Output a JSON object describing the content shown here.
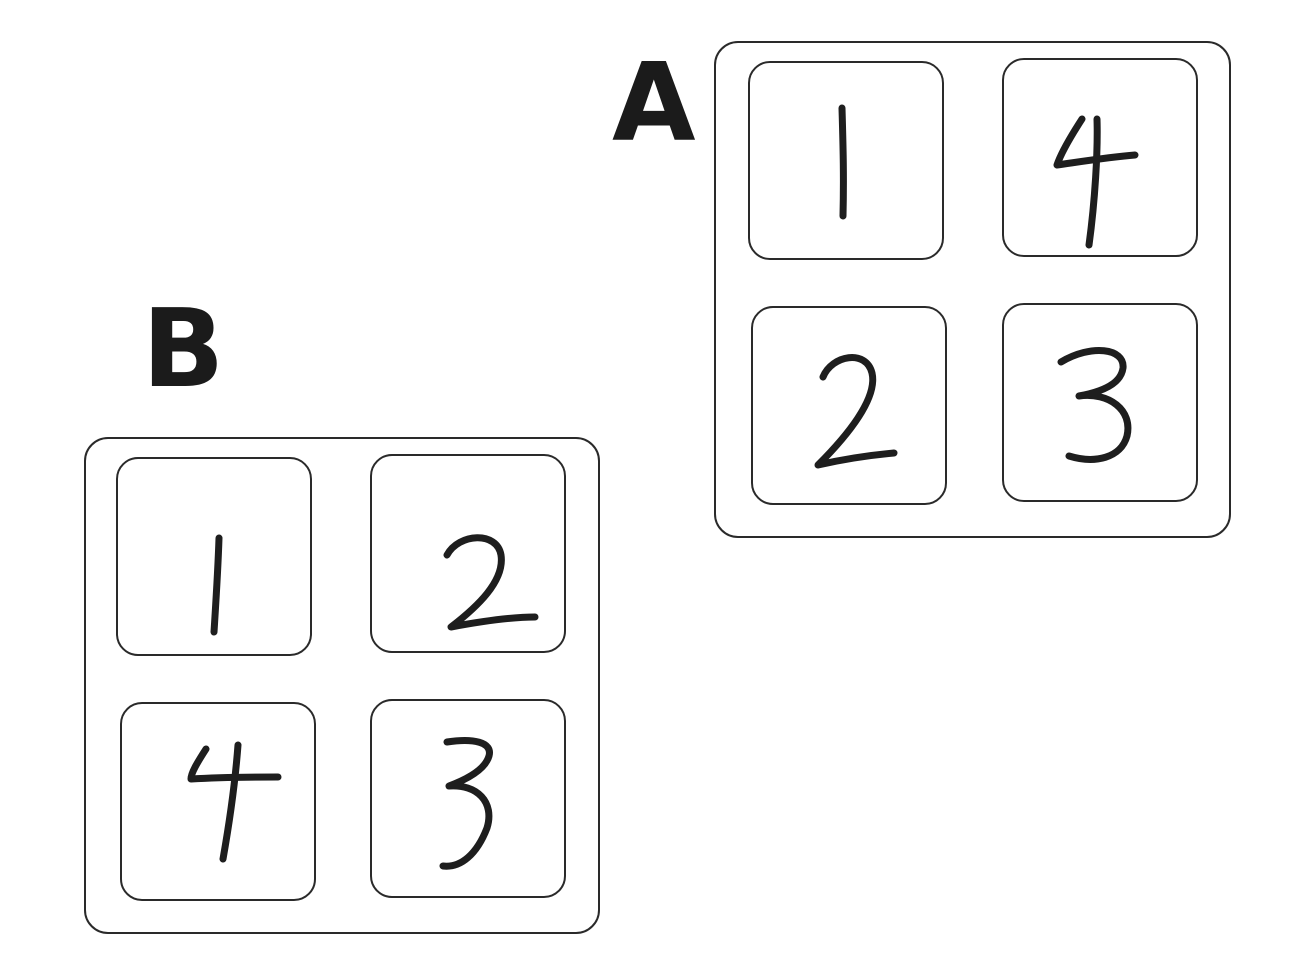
{
  "grids": [
    {
      "label": "A",
      "cells": [
        {
          "digit": "1"
        },
        {
          "digit": "4"
        },
        {
          "digit": "2"
        },
        {
          "digit": "3"
        }
      ]
    },
    {
      "label": "B",
      "cells": [
        {
          "digit": "1"
        },
        {
          "digit": "2"
        },
        {
          "digit": "4"
        },
        {
          "digit": "3"
        }
      ]
    }
  ]
}
